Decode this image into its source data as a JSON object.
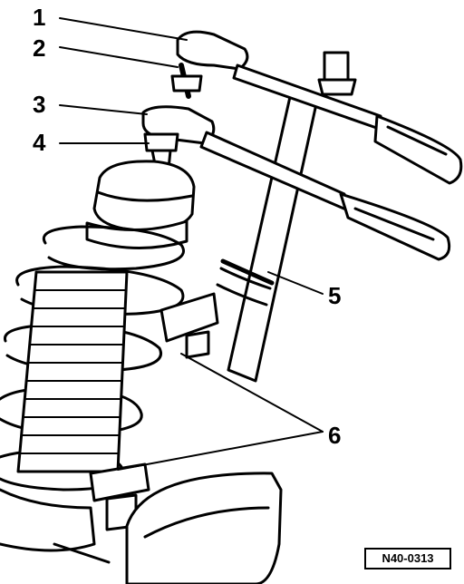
{
  "callouts": {
    "c1": "1",
    "c2": "2",
    "c3": "3",
    "c4": "4",
    "c5": "5",
    "c6": "6"
  },
  "reference_code": "N40-0313",
  "colors": {
    "ink": "#000000",
    "background": "#ffffff"
  }
}
